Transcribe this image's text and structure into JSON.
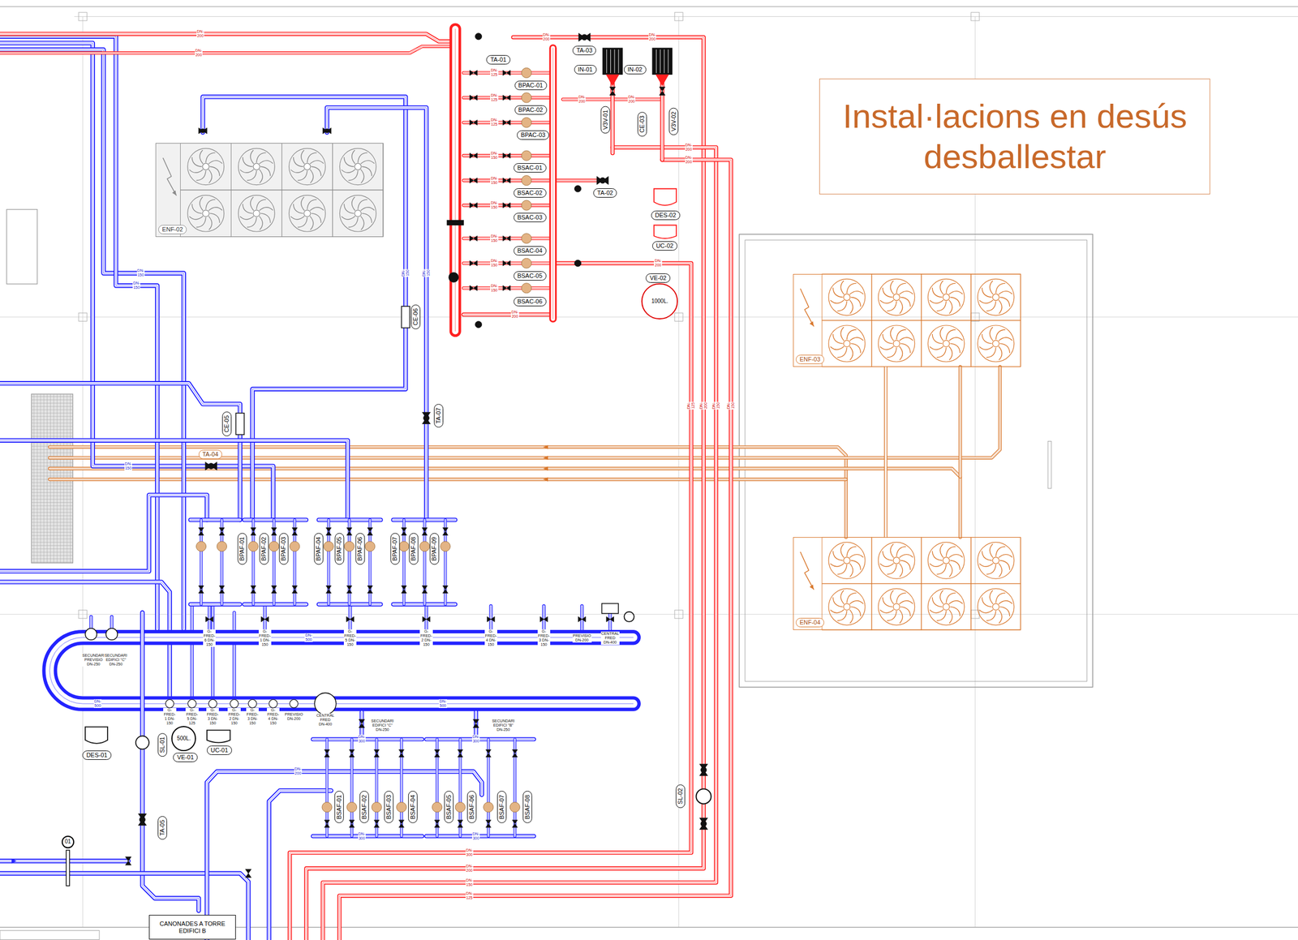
{
  "diagram": {
    "nodes": [
      {
        "text": [
          "Instal·lacions en desús desballestar"
        ]
      },
      {
        "text": [
          "ENF-02"
        ]
      },
      {
        "text": [
          "TA-03"
        ]
      },
      {
        "text": [
          "TA-01"
        ]
      },
      {
        "text": [
          "IN-01"
        ]
      },
      {
        "text": [
          "IN-02"
        ]
      },
      {
        "text": [
          "BPAC-01"
        ]
      },
      {
        "text": [
          "BPAC-02"
        ]
      },
      {
        "text": [
          "BPAC-03"
        ]
      },
      {
        "text": [
          "V3V-01"
        ]
      },
      {
        "text": [
          "CE-03"
        ]
      },
      {
        "text": [
          "V3V-02"
        ]
      },
      {
        "text": [
          "BSAC-01"
        ]
      },
      {
        "text": [
          "BSAC-02"
        ]
      },
      {
        "text": [
          "BSAC-03"
        ]
      },
      {
        "text": [
          "TA-02"
        ]
      },
      {
        "text": [
          "DES-02"
        ]
      },
      {
        "text": [
          "BSAC-04"
        ]
      },
      {
        "text": [
          "UC-02"
        ]
      },
      {
        "text": [
          "BSAC-05"
        ]
      },
      {
        "text": [
          "VE-02"
        ]
      },
      {
        "text": [
          "1000L."
        ]
      },
      {
        "text": [
          "BSAC-06"
        ]
      },
      {
        "text": [
          "CE-06"
        ]
      },
      {
        "text": [
          "ENF-03"
        ]
      },
      {
        "text": [
          "CE-05"
        ]
      },
      {
        "text": [
          "TA-07"
        ]
      },
      {
        "text": [
          "TA-04"
        ]
      },
      {
        "text": [
          "BPAF-01"
        ]
      },
      {
        "text": [
          "BPAF-02"
        ]
      },
      {
        "text": [
          "BPAF-03"
        ]
      },
      {
        "text": [
          "BPAF-04"
        ]
      },
      {
        "text": [
          "BPAF-05"
        ]
      },
      {
        "text": [
          "BPAF-06"
        ]
      },
      {
        "text": [
          "BPAF-07"
        ]
      },
      {
        "text": [
          "BPAF-08"
        ]
      },
      {
        "text": [
          "BPAF-09"
        ]
      },
      {
        "text": [
          "ENF-04"
        ]
      },
      {
        "text": [
          "500L."
        ]
      },
      {
        "text": [
          "UC-01"
        ]
      },
      {
        "text": [
          "SL-01"
        ]
      },
      {
        "text": [
          "DES-01"
        ]
      },
      {
        "text": [
          "VE-01"
        ]
      },
      {
        "text": [
          "BSAF-01"
        ]
      },
      {
        "text": [
          "BSAF-02"
        ]
      },
      {
        "text": [
          "BSAF-03"
        ]
      },
      {
        "text": [
          "BSAF-04"
        ]
      },
      {
        "text": [
          "BSAF-05"
        ]
      },
      {
        "text": [
          "BSAF-06"
        ]
      },
      {
        "text": [
          "BSAF-07"
        ]
      },
      {
        "text": [
          "BSAF-08"
        ]
      },
      {
        "text": [
          "SL-02"
        ]
      },
      {
        "text": [
          "TA-05"
        ]
      },
      {
        "text": [
          "01"
        ]
      },
      {
        "text": [
          "CANONADES A TORRE EDIFICI B"
        ]
      }
    ],
    "edges": [
      {
        "from": 24,
        "to": 37,
        "arrow": "none"
      }
    ],
    "labels": [
      "DN-200",
      "DN-200",
      "DN-200",
      "DN-200",
      "DN-125",
      "DN-125",
      "DN-125",
      "DN-150",
      "DN-150",
      "DN-150",
      "DN-150",
      "DN-150",
      "DN-150",
      "DN-200",
      "DN-200",
      "DN-200",
      "DN-200",
      "DN-200",
      "DN-200",
      "DN-150",
      "DN-150",
      "DN-150",
      "DN-150",
      "DN-150",
      "DN-125",
      "DN-200",
      "DN-150",
      "DN-150",
      "DN-300",
      "DN-200",
      "DN-150",
      "DN-125",
      "DN-500",
      "DN-500",
      "DN-500",
      "DN-300",
      "DN-300",
      "DN-300",
      "DN-300",
      "DN-200",
      "SECUNDARI PREVISIO DN-250",
      "SECUNDARI EDIFICI \"C\" DN-250",
      "G-FRED-6 DN-150",
      "G-FRED-1 DN-150",
      "G-FRED-5 DN-150",
      "G-FRED-2 DN-150",
      "G-FRED-4 DN-150",
      "G-FRED-3 DN-150",
      "PREVISIO DN-200",
      "CENTRAL FRED DN-400",
      "G-FRED-1 DN-150",
      "G-FRED-5 DN-125",
      "G-FRED-3 DN-150",
      "G-FRED-2 DN-150",
      "G-FRED-3 DN-150",
      "G-FRED-4 DN-150",
      "PREVISIO DN-200",
      "CENTRAL FRED DN-400",
      "SECUNDARI EDIFICI \"C\" DN-250",
      "SECUNDARI EDIFICI \"B\" DN-250"
    ]
  }
}
